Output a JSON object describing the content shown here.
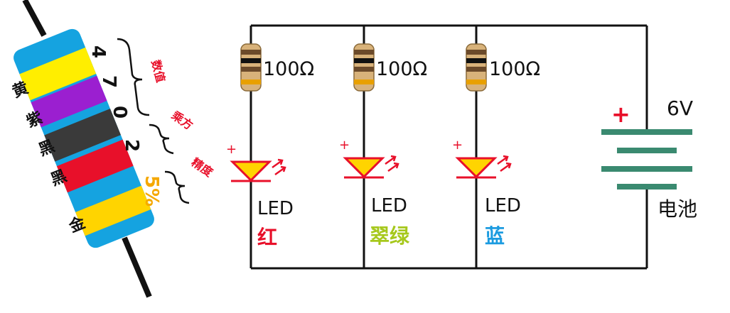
{
  "resistor_diagram": {
    "digits": [
      "4",
      "7",
      "0",
      "2"
    ],
    "tolerance": "5%",
    "band_color_names": [
      "黄",
      "紫",
      "黑",
      "黑",
      "金"
    ],
    "group_labels": {
      "value": "数值",
      "multiplier": "乘方",
      "tolerance": "精度"
    },
    "band_colors": [
      "#ffee00",
      "#9b1fd0",
      "#3a3a3a",
      "#e8102a",
      "#ffd400"
    ],
    "body_color": "#15a3e0"
  },
  "circuit": {
    "branches": [
      {
        "resistor_label": "100Ω",
        "led_label": "LED",
        "color_label": "红",
        "color_hex": "#e8102a",
        "plus": "+"
      },
      {
        "resistor_label": "100Ω",
        "led_label": "LED",
        "color_label": "翠绿",
        "color_hex": "#a6c81c",
        "plus": "+"
      },
      {
        "resistor_label": "100Ω",
        "led_label": "LED",
        "color_label": "蓝",
        "color_hex": "#1b9be0",
        "plus": "+"
      }
    ],
    "battery": {
      "voltage": "6V",
      "label": "电池",
      "plus": "+",
      "plate_color": "#3a8a70"
    },
    "accent_red": "#e8102a",
    "led_fill": "#ffd400"
  }
}
